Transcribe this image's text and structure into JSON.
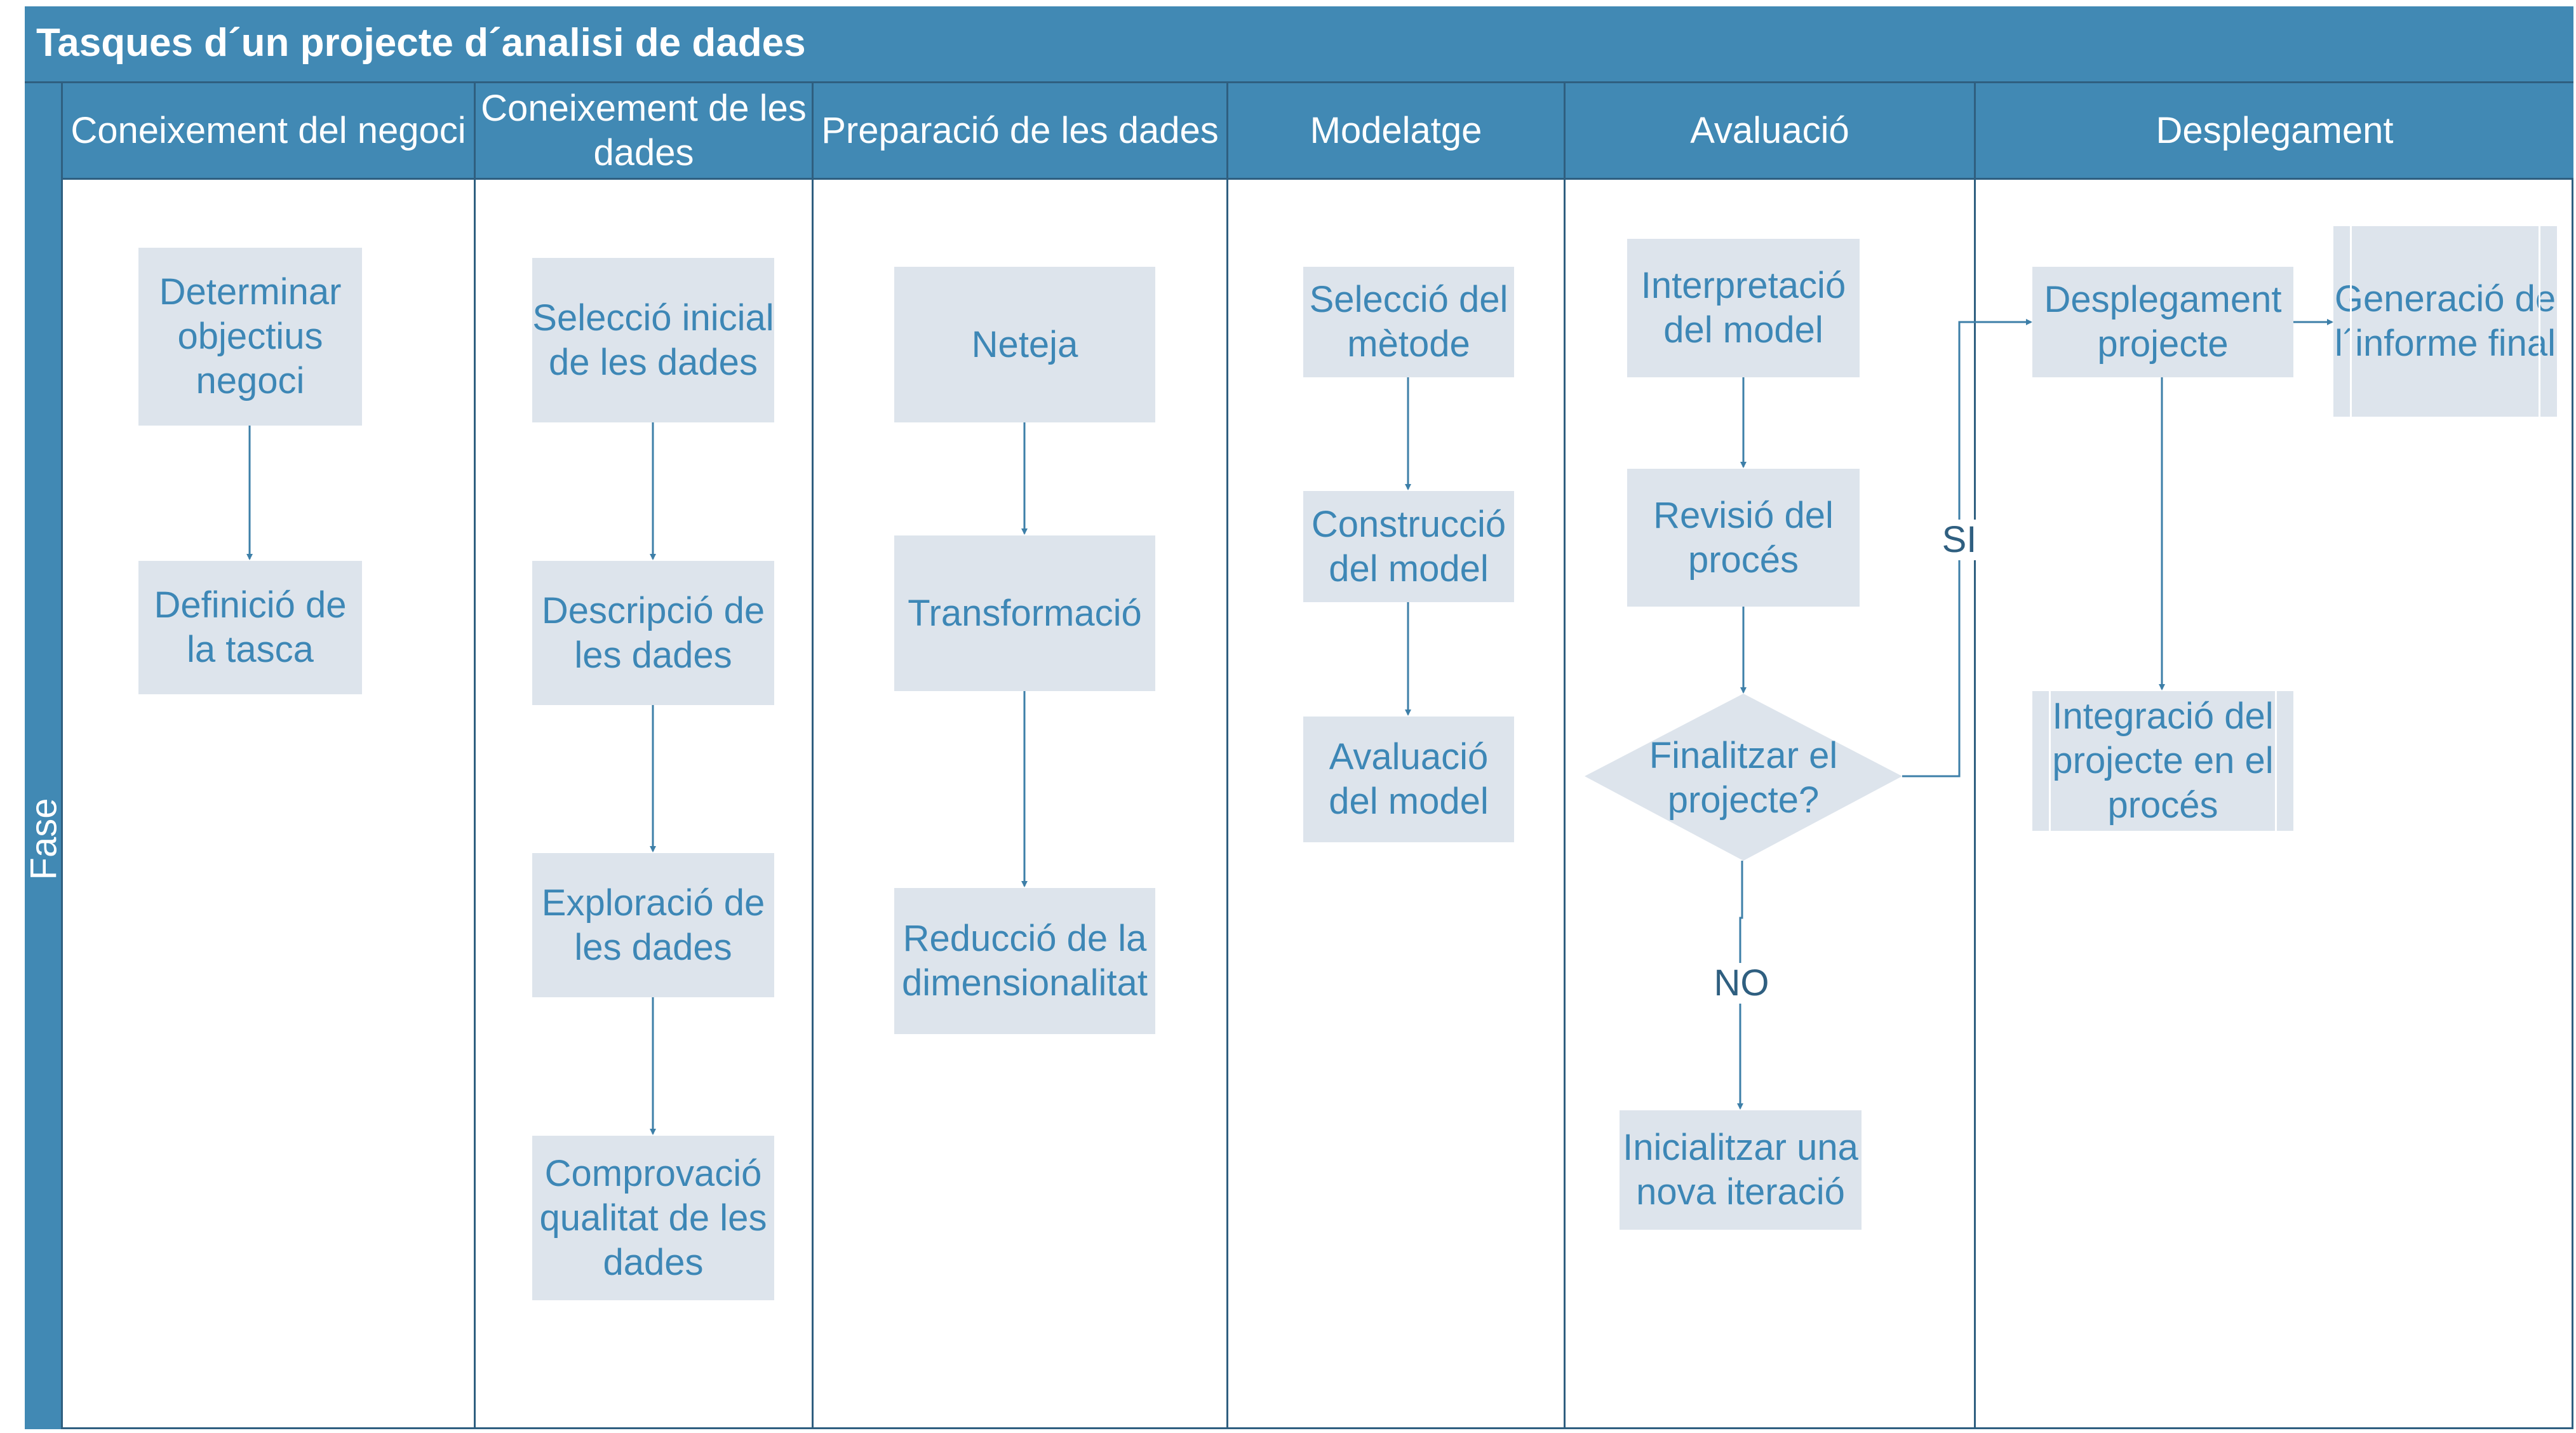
{
  "title": "Tasques d´un projecte d´analisi de dades",
  "side_label": "Fase",
  "colors": {
    "header": "#4189b4",
    "border": "#2f5f80",
    "box_fill": "#dde4ec",
    "box_text": "#3d87b6",
    "arrow": "#3d7fa8"
  },
  "lanes": [
    {
      "label": "Coneixement del negoci"
    },
    {
      "label": "Coneixement de les dades"
    },
    {
      "label": "Preparació de les dades"
    },
    {
      "label": "Modelatge"
    },
    {
      "label": "Avaluació"
    },
    {
      "label": "Desplegament"
    }
  ],
  "nodes": {
    "determinar": "Determinar objectius negoci",
    "definicio": "Definició de la tasca",
    "seleccio_inicial": "Selecció inicial de les dades",
    "descripcio": "Descripció de les dades",
    "exploracio": "Exploració de les dades",
    "comprovacio": "Comprovació qualitat de les dades",
    "neteja": "Neteja",
    "transformacio": "Transformació",
    "reduccio": "Reducció de la dimensionalitat",
    "seleccio_metode": "Selecció del mètode",
    "construccio": "Construcció del model",
    "avaluacio_model": "Avaluació del model",
    "interpretacio": "Interpretació del model",
    "revisio": "Revisió del procés",
    "finalitzar": "Finalitzar el projecte?",
    "inicialitzar": "Inicialitzar una nova iteració",
    "desplegament_projecte": "Desplegament projecte",
    "generacio": "Generació de l´informe final",
    "integracio": "Integració del projecte en el procés"
  },
  "edge_labels": {
    "si": "SI",
    "no": "NO"
  }
}
